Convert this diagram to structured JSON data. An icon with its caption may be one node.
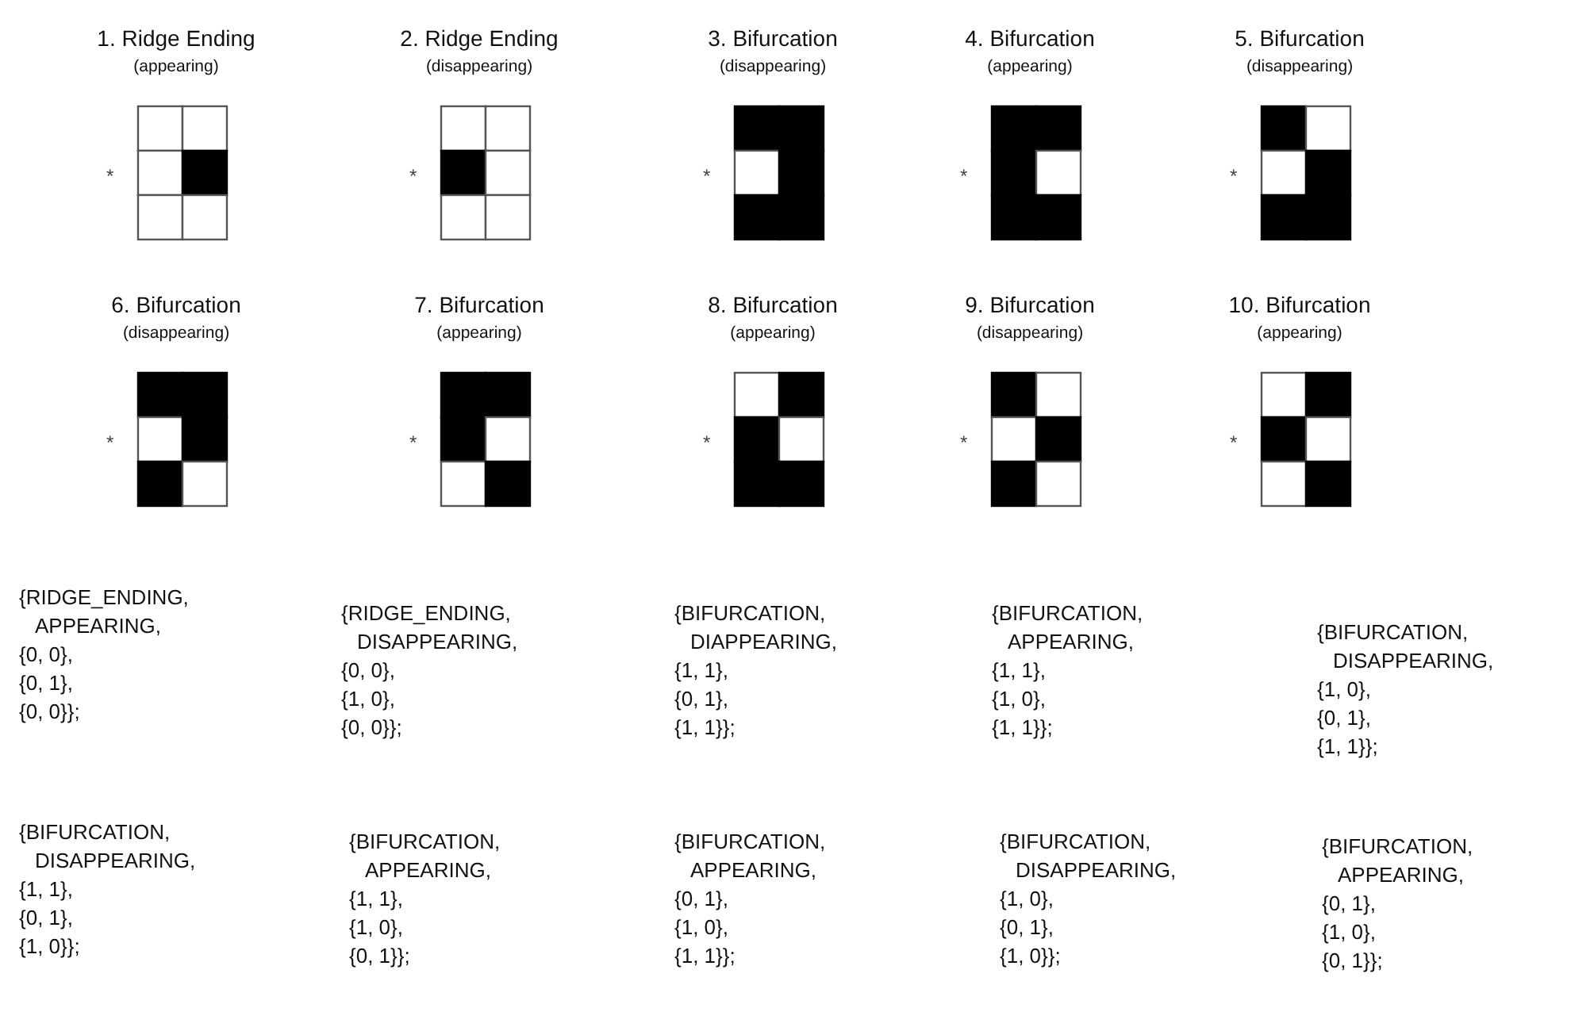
{
  "diagram": {
    "nodes": [
      {
        "text": [
          "1. Ridge Ending",
          "(appearing)",
          "*"
        ]
      },
      {
        "text": [
          "2. Ridge Ending",
          "(disappearing)",
          "*"
        ]
      },
      {
        "text": [
          "3. Bifurcation",
          "(disappearing)",
          "*"
        ]
      },
      {
        "text": [
          "4. Bifurcation",
          "(appearing)",
          "*"
        ]
      },
      {
        "text": [
          "5. Bifurcation",
          "(disappearing)",
          "*"
        ]
      },
      {
        "text": [
          "6. Bifurcation",
          "(disappearing)",
          "*"
        ]
      },
      {
        "text": [
          "7. Bifurcation",
          "(appearing)",
          "*"
        ]
      },
      {
        "text": [
          "8. Bifurcation",
          "(appearing)",
          "*"
        ]
      },
      {
        "text": [
          "9. Bifurcation",
          "(disappearing)",
          "*"
        ]
      },
      {
        "text": [
          "10. Bifurcation",
          "(appearing)",
          "*"
        ]
      }
    ],
    "labels": [
      "{RIDGE_ENDING, APPEARING, {0, 0}, {0, 1}, {0, 0}};",
      "{RIDGE_ENDING, DISAPPEARING, {0, 0}, {1, 0}, {0, 0}};",
      "{BIFURCATION, DIAPPEARING, {1, 1}, {0, 1}, {1, 1}};",
      "{BIFURCATION, APPEARING, {1, 1}, {1, 0}, {1, 1}};",
      "{BIFURCATION, DISAPPEARING, {1, 0}, {0, 1}, {1, 1}};",
      "{BIFURCATION, DISAPPEARING, {1, 1}, {0, 1}, {1, 0}};",
      "{BIFURCATION, APPEARING, {1, 1}, {1, 0}, {0, 1}};",
      "{BIFURCATION, APPEARING, {0, 1}, {1, 0}, {1, 1}};",
      "{BIFURCATION, DISAPPEARING, {1, 0}, {0, 1}, {1, 0}};",
      "{BIFURCATION, APPEARING, {0, 1}, {1, 0}, {0, 1}};"
    ]
  }
}
